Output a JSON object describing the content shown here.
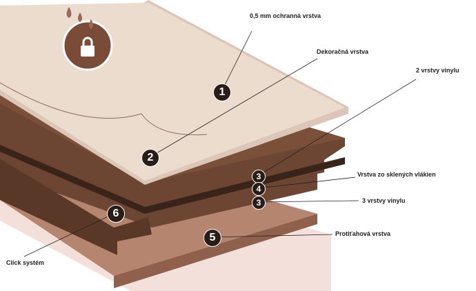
{
  "labels": {
    "protective": "0,5 mm ochranná vrstva",
    "decor": "Dekoračná vrstva",
    "vinyl2": "2 vrstvy vinylu",
    "fiberglass": "Vrstva zo sklených vlákien",
    "vinyl3": "3 vrstvy vinylu",
    "backing": "Protiťahová vrstva",
    "click": "Click systém"
  },
  "badges": [
    "1",
    "2",
    "3",
    "4",
    "3",
    "5",
    "6"
  ],
  "colors": {
    "badge": "#2a1d17",
    "core": "#6b4532",
    "core_dark": "#3b261b",
    "wood": "#e8d8c8",
    "backing": "#b07f66",
    "shadow": "#f2dcd6"
  }
}
